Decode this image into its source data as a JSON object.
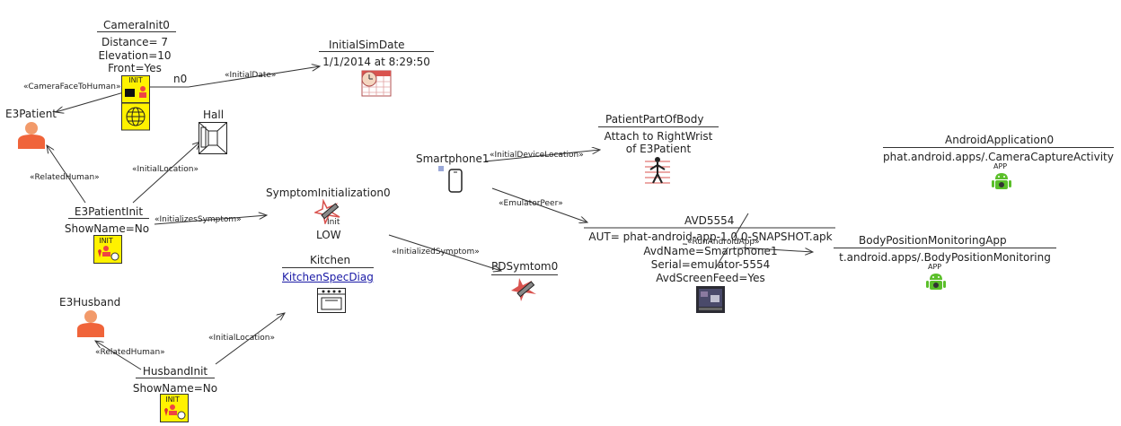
{
  "nodes": {
    "camera_init": {
      "name": "CameraInit0",
      "props": [
        "Distance= 7",
        "Elevation=10",
        "Front=Yes"
      ]
    },
    "initial_sim_date": {
      "name": "InitialSimDate",
      "value": "1/1/2014 at 8:29:50"
    },
    "n0": {
      "name": "n0"
    },
    "e3patient": {
      "name": "E3Patient"
    },
    "hall": {
      "name": "Hall"
    },
    "e3patient_init": {
      "name": "E3PatientInit",
      "prop": "ShowName=No"
    },
    "symptom_init": {
      "name": "SymptomInitialization0",
      "badge": "Init",
      "level": "LOW"
    },
    "kitchen": {
      "name": "Kitchen",
      "link": "KitchenSpecDiag"
    },
    "e3husband": {
      "name": "E3Husband"
    },
    "husband_init": {
      "name": "HusbandInit",
      "prop": "ShowName=No"
    },
    "smartphone": {
      "name": "Smartphone1"
    },
    "patient_part_of_body": {
      "name": "PatientPartOfBody",
      "desc": [
        "Attach to RightWrist",
        "of E3Patient"
      ]
    },
    "pd_symptom": {
      "name": "PDSymtom0"
    },
    "avd": {
      "name": "AVD5554",
      "props": [
        "AUT= phat-android-app-1.0.0-SNAPSHOT.apk",
        "AvdName=Smartphone1",
        "Serial=emulator-5554",
        "AvdScreenFeed=Yes"
      ]
    },
    "android_app": {
      "name": "AndroidApplication0",
      "prop": "phat.android.apps/.CameraCaptureActivity",
      "badge": "APP"
    },
    "body_position_app": {
      "name": "BodyPositionMonitoringApp",
      "prop": "t.android.apps/.BodyPositionMonitoring",
      "badge": "APP"
    }
  },
  "badges": {
    "init": "INIT"
  },
  "edges": {
    "camera_face_to_human": "«CameraFaceToHuman»",
    "initial_date": "«InitialDate»",
    "related_human_patient": "«RelatedHuman»",
    "initial_location_hall": "«InitialLocation»",
    "initializes_symptom": "«InitializesSymptom»",
    "initialized_symptom": "«InitializedSymptom»",
    "initial_location_kitchen": "«InitialLocation»",
    "related_human_husband": "«RelatedHuman»",
    "initial_device_location": "«InitialDeviceLocation»",
    "emulator_peer": "«EmulatorPeer»",
    "run_android_app": "«RunAndroidApp»"
  },
  "colors": {
    "human": "#f0643a",
    "human_head": "#f29a6a",
    "init_yellow": "#fff200",
    "android_green": "#5bbf2a",
    "symptom_red": "#d9534f",
    "line": "#333333"
  }
}
